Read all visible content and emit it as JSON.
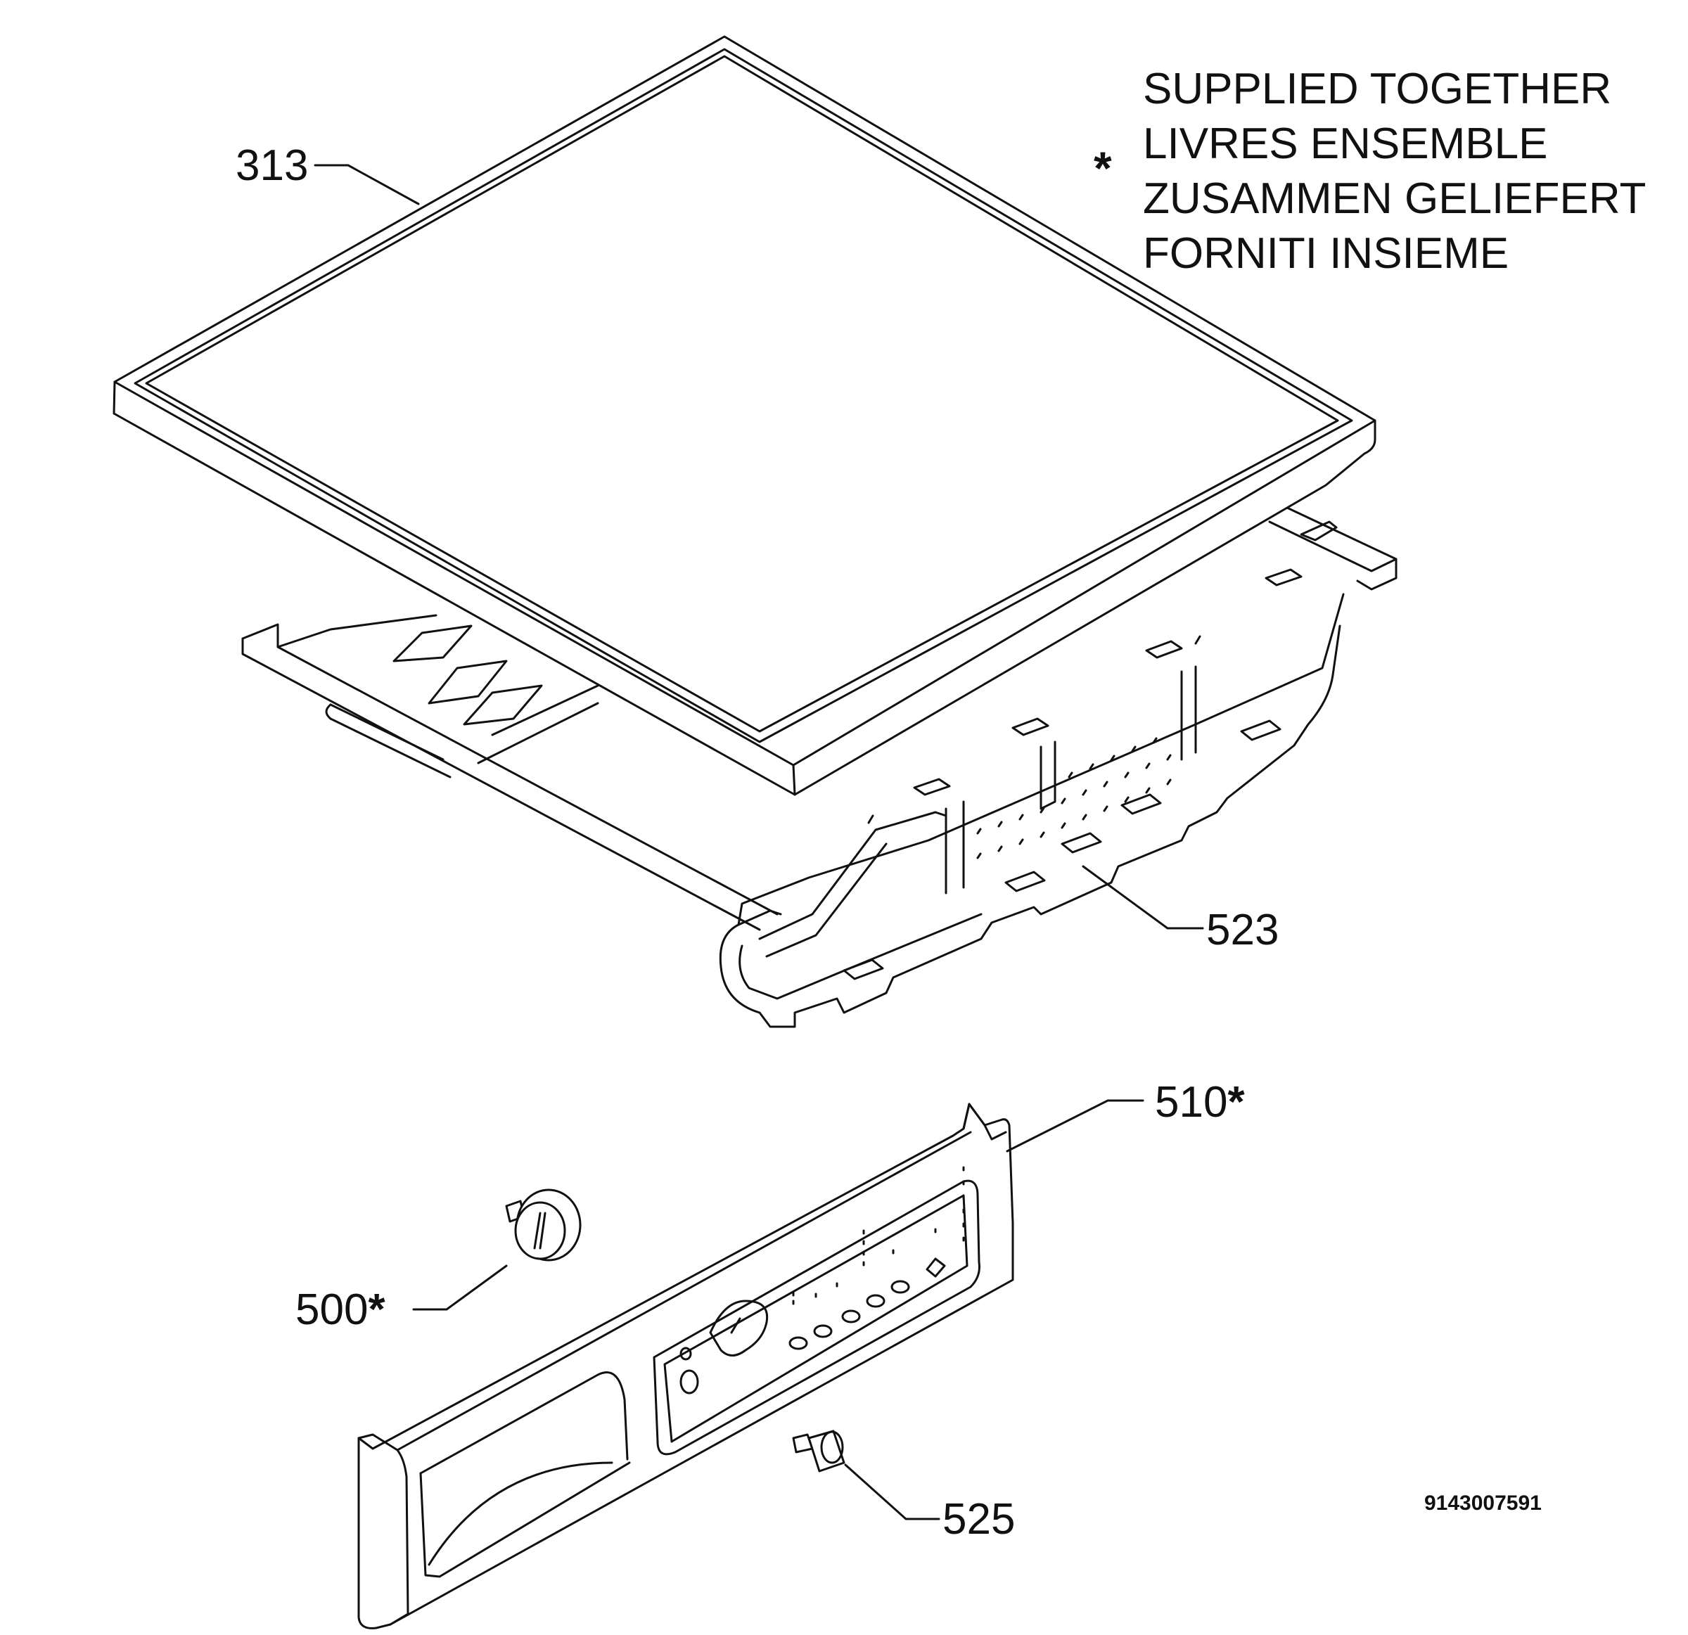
{
  "legend": {
    "symbol": "*",
    "lines": [
      "SUPPLIED TOGETHER",
      "LIVRES ENSEMBLE",
      "ZUSAMMEN GELIEFERT",
      "FORNITI INSIEME"
    ]
  },
  "parts": {
    "p313": "313",
    "p523": "523",
    "p510": "510",
    "p500": "500",
    "p525": "525"
  },
  "drawing_code": "9143007591",
  "colors": {
    "stroke": "#111111",
    "background": "#ffffff",
    "panel_fill": "#f2f2f2"
  }
}
